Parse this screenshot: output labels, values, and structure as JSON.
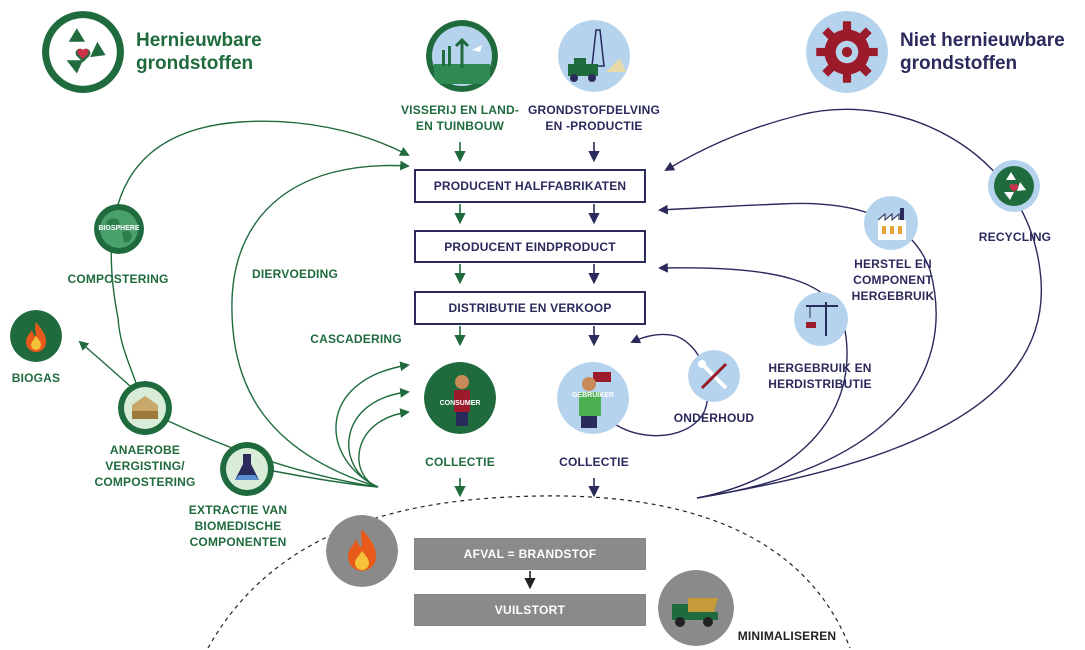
{
  "header": {
    "left_title": [
      "Hernieuwbare",
      "grondstoffen"
    ],
    "right_title": [
      "Niet hernieuwbare",
      "grondstoffen"
    ]
  },
  "sources": {
    "fishing": [
      "VISSERIJ EN LAND-",
      "EN TUINBOUW"
    ],
    "mining": [
      "GRONDSTOFDELVING",
      "EN -PRODUCTIE"
    ]
  },
  "boxes": {
    "semi": "PRODUCENT HALFFABRIKATEN",
    "end": "PRODUCENT EINDPRODUCT",
    "dist": "DISTRIBUTIE EN VERKOOP",
    "waste_fuel": "AFVAL = BRANDSTOF",
    "landfill": "VUILSTORT"
  },
  "left_labels": {
    "composting": "COMPOSTERING",
    "biogas": "BIOGAS",
    "anaerobic": [
      "ANAEROBE",
      "VERGISTING/",
      "COMPOSTERING"
    ],
    "extraction": [
      "EXTRACTIE VAN",
      "BIOMEDISCHE",
      "COMPONENTEN"
    ],
    "feed": "DIERVOEDING",
    "cascading": "CASCADERING"
  },
  "middle_labels": {
    "consumer": "CONSUMER",
    "user": "GEBRUIKER",
    "collect_left": "COLLECTIE",
    "collect_right": "COLLECTIE",
    "maintenance": "ONDERHOUD",
    "minimise": "MINIMALISEREN"
  },
  "right_labels": {
    "recycling": "RECYCLING",
    "repair": [
      "HERSTEL EN",
      "COMPONENT",
      "HERGEBRUIK"
    ],
    "reuse": [
      "HERGEBRUIK EN",
      "HERDISTRIBUTIE"
    ]
  },
  "globe_text": "BIOSPHERE",
  "colors": {
    "green": "#1f6b3e",
    "navy": "#2b2a5c",
    "grey": "#8a8a8a",
    "light_blue": "#b5d3ec",
    "dark_red": "#9b1b2a"
  },
  "icons": {
    "renewable": "recycle-heart-icon",
    "non_renewable": "gear-icon",
    "fishing": "fishing-farm-icon",
    "mining": "mining-truck-icon",
    "biosphere": "globe-icon",
    "biogas": "flame-icon",
    "anaerobic": "compost-box-icon",
    "extraction": "flask-icon",
    "consumer": "consumer-person-icon",
    "user": "worker-person-icon",
    "maintenance": "tools-icon",
    "recycling": "recycle-heart-icon",
    "repair": "factory-icon",
    "reuse": "crane-icon",
    "fire": "fire-icon",
    "minimise": "dump-truck-icon"
  }
}
